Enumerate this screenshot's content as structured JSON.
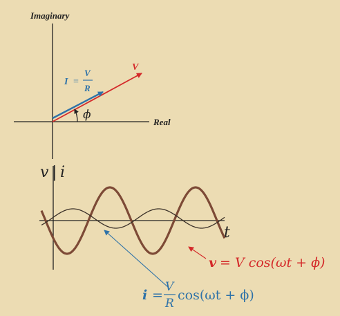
{
  "colors": {
    "background": "#ecdcb3",
    "axis": "#222222",
    "voltage": "#d42a2a",
    "current": "#2e72a8",
    "voltage_wave": "#7d4a36",
    "current_wave": "#3a3028"
  },
  "phasor": {
    "y_axis_label": "Imaginary",
    "x_axis_label": "Real",
    "voltage_label": "V",
    "current_label": "I",
    "current_eq": "=",
    "current_num": "V",
    "current_den": "R",
    "angle_label": "ϕ"
  },
  "waveform": {
    "y_label_v": "v",
    "y_label_sep": "|",
    "y_label_i": "i",
    "x_label": "t",
    "voltage_eq": {
      "lhs": "v",
      "rhs": "= V cos(ωt + ϕ)"
    },
    "current_eq": {
      "lhs": "i",
      "equals": "=",
      "frac_num": "V",
      "frac_den": "R",
      "rhs": "cos(ωt + ϕ)"
    }
  }
}
